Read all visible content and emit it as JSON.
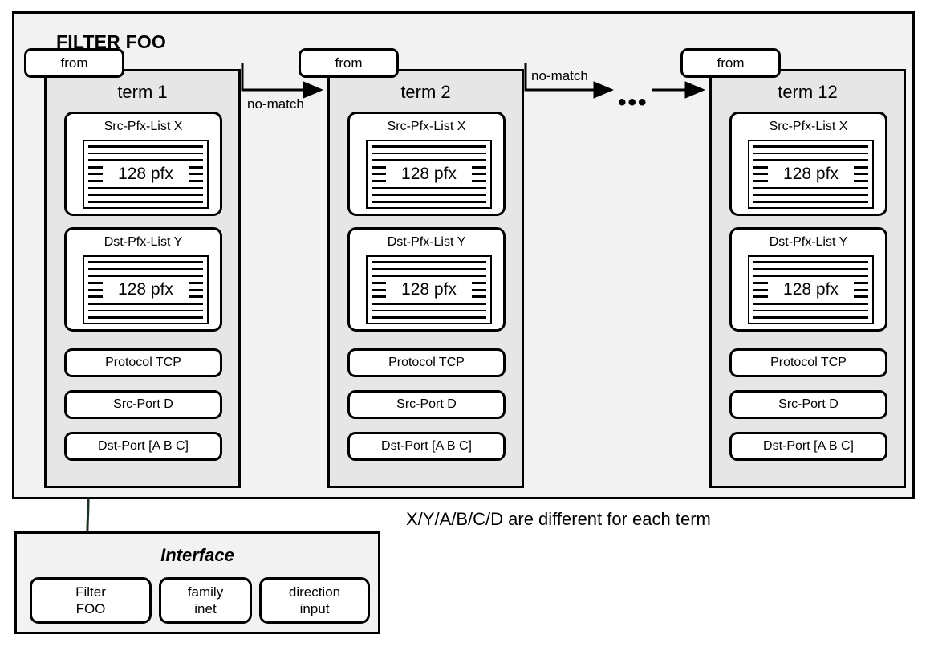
{
  "filter": {
    "title": "FILTER FOO",
    "from_label": "from",
    "terms": [
      {
        "name": "term 1",
        "src_pfx_label": "Src-Pfx-List X",
        "src_pfx_count": "128 pfx",
        "dst_pfx_label": "Dst-Pfx-List Y",
        "dst_pfx_count": "128 pfx",
        "protocol": "Protocol TCP",
        "src_port": "Src-Port D",
        "dst_port": "Dst-Port [A B C]"
      },
      {
        "name": "term 2",
        "src_pfx_label": "Src-Pfx-List X",
        "src_pfx_count": "128 pfx",
        "dst_pfx_label": "Dst-Pfx-List Y",
        "dst_pfx_count": "128 pfx",
        "protocol": "Protocol TCP",
        "src_port": "Src-Port D",
        "dst_port": "Dst-Port [A B C]"
      },
      {
        "name": "term 12",
        "src_pfx_label": "Src-Pfx-List X",
        "src_pfx_count": "128 pfx",
        "dst_pfx_label": "Dst-Pfx-List Y",
        "dst_pfx_count": "128 pfx",
        "protocol": "Protocol TCP",
        "src_port": "Src-Port D",
        "dst_port": "Dst-Port [A B C]"
      }
    ],
    "transitions": [
      {
        "label": "no-match"
      },
      {
        "label": "no-match"
      }
    ],
    "ellipsis": "•••"
  },
  "caption": "X/Y/A/B/C/D are different for each term",
  "interface": {
    "title": "Interface",
    "items": [
      {
        "line1": "Filter",
        "line2": "FOO"
      },
      {
        "line1": "family",
        "line2": "inet"
      },
      {
        "line1": "direction",
        "line2": "input"
      }
    ]
  },
  "colors": {
    "outer_fill": "#f2f2f2",
    "term_fill": "#e6e6e6",
    "card_fill": "#ffffff",
    "stroke": "#000000",
    "iface_arrow": "#1d3320"
  }
}
